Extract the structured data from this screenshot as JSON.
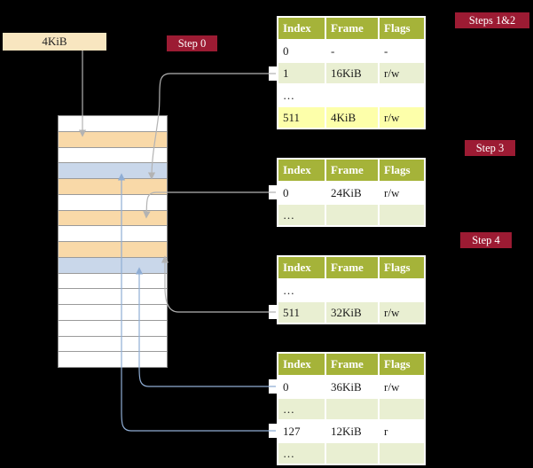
{
  "colors": {
    "background": "#000000",
    "badge": "#9c1b33",
    "table_header": "#a5b339",
    "row_green": "#e9efd2",
    "row_yellow": "#fdffaa",
    "cell_page_table": "#f9d9a8",
    "cell_data": "#c9d7ea",
    "cr3_box": "#f8e6c0",
    "arrow_gray": "#b3b3b3",
    "arrow_blue": "#8fadd4"
  },
  "badges": {
    "step0": "Step 0",
    "steps12": "Steps 1&2",
    "step3": "Step 3",
    "step4": "Step 4"
  },
  "cr3_box": {
    "label": "4KiB"
  },
  "memory": {
    "cells": [
      "free",
      "page-table",
      "free",
      "data",
      "page-table",
      "free",
      "page-table",
      "free",
      "page-table",
      "data",
      "free",
      "free",
      "free",
      "free",
      "free",
      "free"
    ]
  },
  "tables": [
    {
      "id": "level4",
      "headers": [
        "Index",
        "Frame",
        "Flags"
      ],
      "rows": [
        {
          "index": "0",
          "frame": "-",
          "flags": "-",
          "highlight": "none"
        },
        {
          "index": "1",
          "frame": "16KiB",
          "flags": "r/w",
          "highlight": "green"
        },
        {
          "index": "…",
          "frame": "",
          "flags": "",
          "highlight": "none"
        },
        {
          "index": "511",
          "frame": "4KiB",
          "flags": "r/w",
          "highlight": "yellow"
        }
      ]
    },
    {
      "id": "level3",
      "headers": [
        "Index",
        "Frame",
        "Flags"
      ],
      "rows": [
        {
          "index": "0",
          "frame": "24KiB",
          "flags": "r/w",
          "highlight": "none"
        },
        {
          "index": "…",
          "frame": "",
          "flags": "",
          "highlight": "green"
        }
      ]
    },
    {
      "id": "level2",
      "headers": [
        "Index",
        "Frame",
        "Flags"
      ],
      "rows": [
        {
          "index": "…",
          "frame": "",
          "flags": "",
          "highlight": "none"
        },
        {
          "index": "511",
          "frame": "32KiB",
          "flags": "r/w",
          "highlight": "green"
        }
      ]
    },
    {
      "id": "level1",
      "headers": [
        "Index",
        "Frame",
        "Flags"
      ],
      "rows": [
        {
          "index": "0",
          "frame": "36KiB",
          "flags": "r/w",
          "highlight": "none"
        },
        {
          "index": "…",
          "frame": "",
          "flags": "",
          "highlight": "green"
        },
        {
          "index": "127",
          "frame": "12KiB",
          "flags": "r",
          "highlight": "none"
        },
        {
          "index": "…",
          "frame": "",
          "flags": "",
          "highlight": "green"
        }
      ]
    }
  ]
}
